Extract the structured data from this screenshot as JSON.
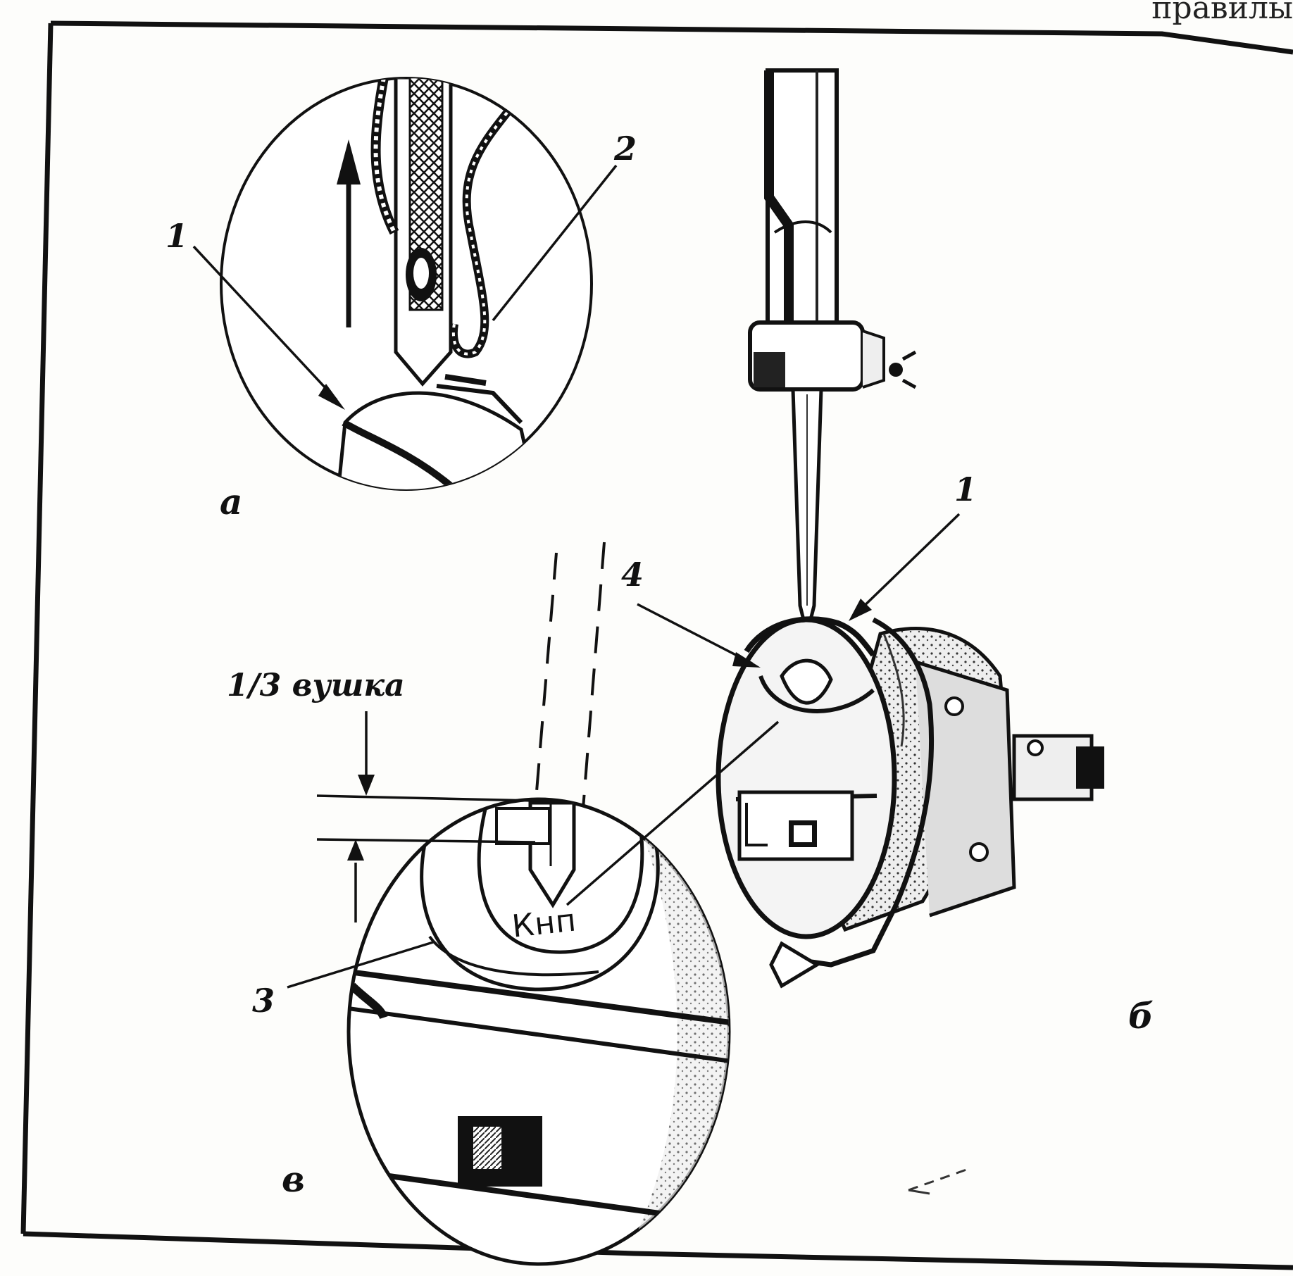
{
  "header": {
    "cropped_text": "правилы"
  },
  "panel_a": {
    "letter": "а",
    "callouts": {
      "needle_label": "1",
      "thread_label": "2"
    }
  },
  "panel_b": {
    "letter": "б",
    "callouts": {
      "hook_label": "1",
      "point_label": "4"
    }
  },
  "panel_v": {
    "letter": "в",
    "dimension_label": "1/3 вушка",
    "engraving": "Кнп",
    "callouts": {
      "plate_label": "3"
    }
  },
  "colors": {
    "ink": "#111111",
    "paper": "#fdfdfb",
    "shade": "#555555"
  }
}
